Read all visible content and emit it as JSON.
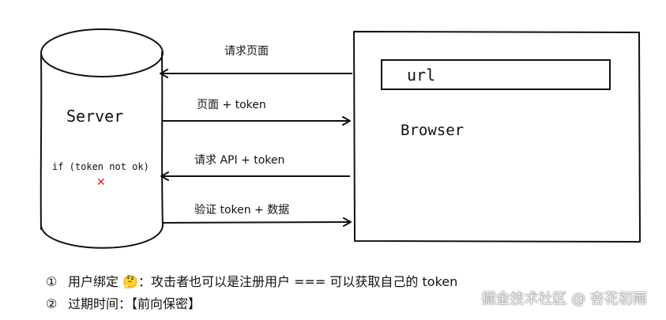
{
  "server": {
    "label": "Server",
    "condition": "if (token not ok)",
    "fail_mark": "✕"
  },
  "browser": {
    "label": "Browser",
    "url_text": "url"
  },
  "arrows": [
    {
      "label": "请求页面"
    },
    {
      "label": "页面 + token"
    },
    {
      "label": "请求 API + token"
    },
    {
      "label": "验证 token + 数据"
    }
  ],
  "notes": [
    {
      "num": "①",
      "text": "用户绑定 🤔：攻击者也可以是注册用户 === 可以获取自己的 token"
    },
    {
      "num": "②",
      "text": "过期时间：【前向保密】"
    }
  ],
  "watermark": "掘金技术社区 @ 杏花初雨",
  "colors": {
    "stroke": "#111111",
    "fail_mark": "#e02020",
    "background": "#ffffff"
  }
}
